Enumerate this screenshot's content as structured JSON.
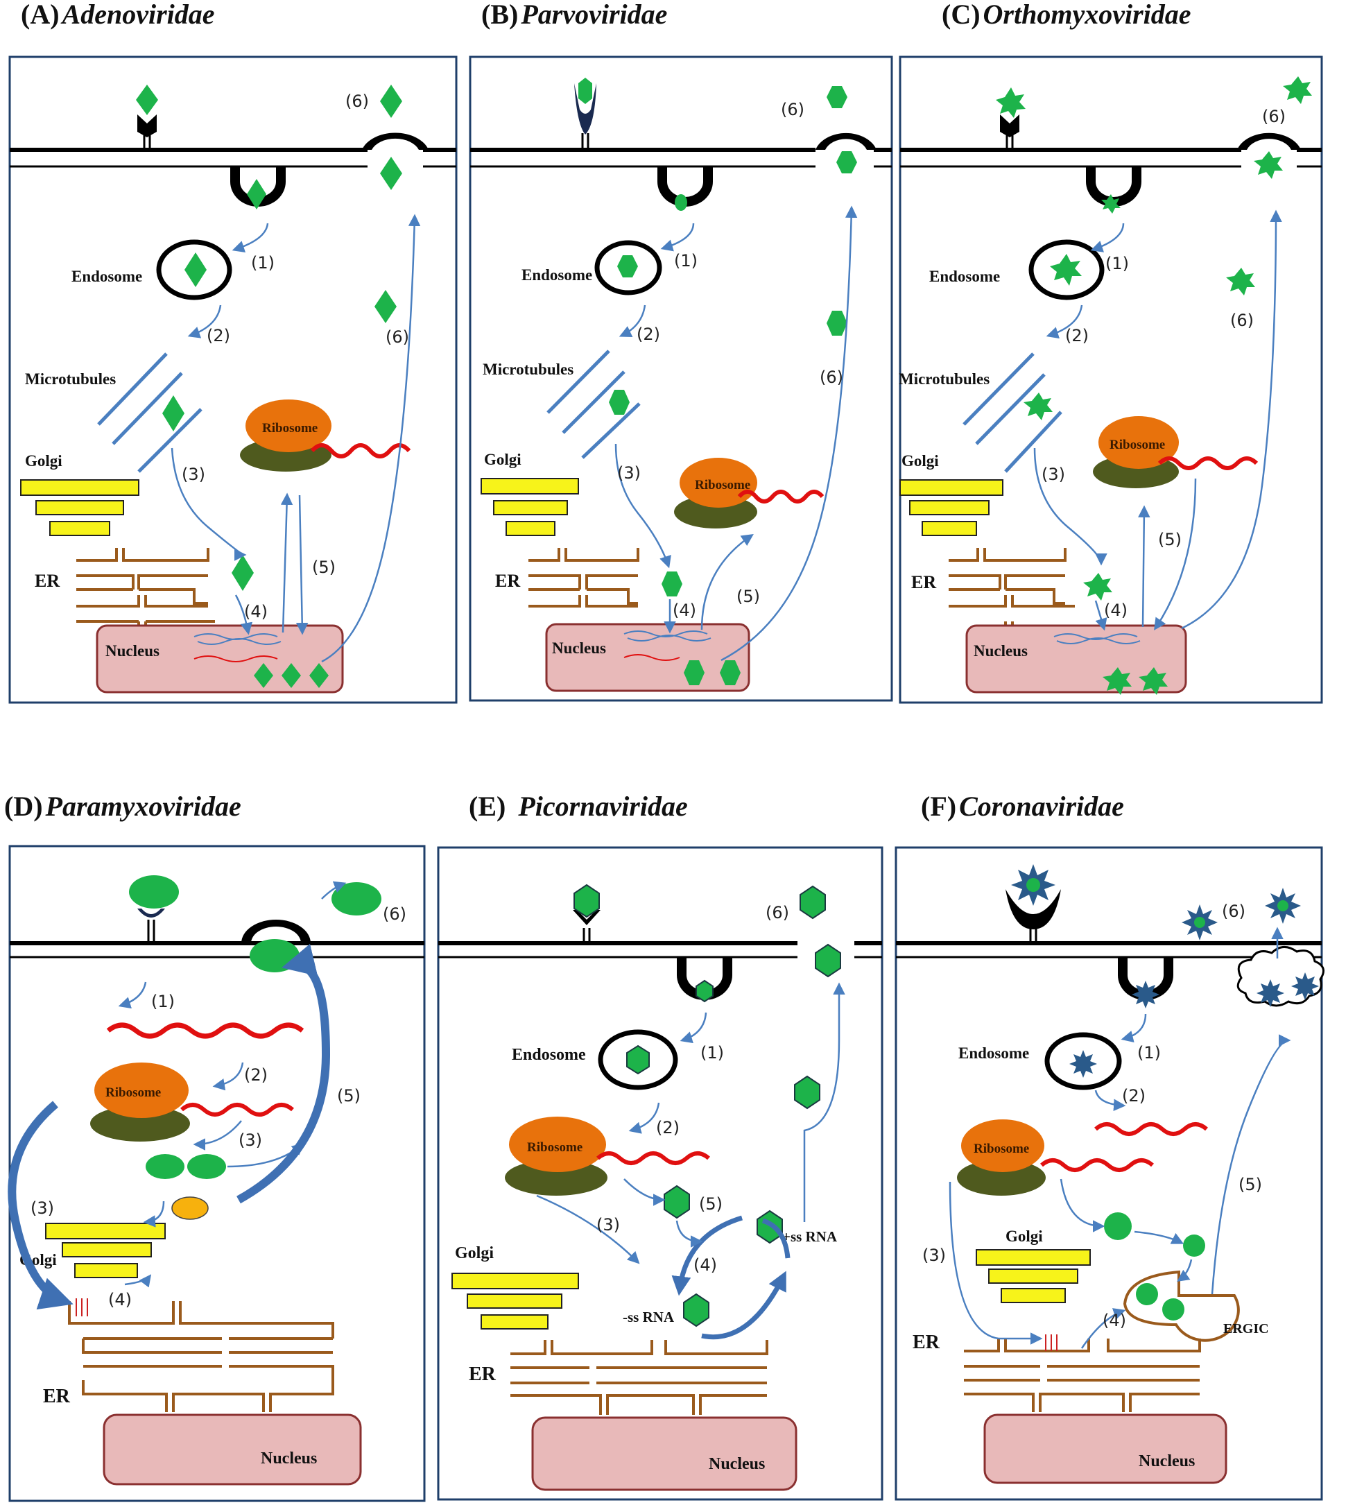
{
  "colors": {
    "virus": "#1db34a",
    "golgi": "#f7f31a",
    "er": "#9a5a1c",
    "nucleus": "#e8b9b9",
    "ribosome_top": "#e8720c",
    "ribosome_bottom": "#4f5a1e",
    "mrna": "#e01010",
    "arrow": "#4a7fc0",
    "microtubule": "#4a7fc0",
    "spike_virus": "#2a5a8a"
  },
  "panels": [
    {
      "letter": "(A)",
      "name": "Adenoviridae",
      "labels": {
        "endosome": "Endosome",
        "microtubules": "Microtubules",
        "golgi": "Golgi",
        "er": "ER",
        "nucleus": "Nucleus",
        "ribosome": "Ribosome"
      },
      "steps": [
        "(1)",
        "(2)",
        "(3)",
        "(4)",
        "(5)",
        "(6)",
        "(6)"
      ]
    },
    {
      "letter": "(B)",
      "name": "Parvoviridae",
      "labels": {
        "endosome": "Endosome",
        "microtubules": "Microtubules",
        "golgi": "Golgi",
        "er": "ER",
        "nucleus": "Nucleus",
        "ribosome": "Ribosome"
      },
      "steps": [
        "(1)",
        "(2)",
        "(3)",
        "(4)",
        "(5)",
        "(6)",
        "(6)"
      ]
    },
    {
      "letter": "(C)",
      "name": "Orthomyxoviridae",
      "labels": {
        "endosome": "Endosome",
        "microtubules": "Microtubules",
        "golgi": "Golgi",
        "er": "ER",
        "nucleus": "Nucleus",
        "ribosome": "Ribosome"
      },
      "steps": [
        "(1)",
        "(2)",
        "(3)",
        "(4)",
        "(5)",
        "(6)",
        "(6)"
      ]
    },
    {
      "letter": "(D)",
      "name": "Paramyxoviridae",
      "labels": {
        "ribosome": "Ribosome",
        "golgi": "Golgi",
        "er": "ER",
        "nucleus": "Nucleus"
      },
      "steps": [
        "(1)",
        "(2)",
        "(3)",
        "(3)",
        "(4)",
        "(5)",
        "(6)"
      ]
    },
    {
      "letter": "(E)",
      "name": "Picornaviridae",
      "labels": {
        "endosome": "Endosome",
        "ribosome": "Ribosome",
        "golgi": "Golgi",
        "er": "ER",
        "nucleus": "Nucleus",
        "pos_rna": "+ss RNA",
        "neg_rna": "-ss RNA"
      },
      "steps": [
        "(1)",
        "(2)",
        "(3)",
        "(4)",
        "(5)",
        "(6)"
      ]
    },
    {
      "letter": "(F)",
      "name": "Coronaviridae",
      "labels": {
        "endosome": "Endosome",
        "ribosome": "Ribosome",
        "golgi": "Golgi",
        "er": "ER",
        "nucleus": "Nucleus",
        "ergic": "ERGIC"
      },
      "steps": [
        "(1)",
        "(2)",
        "(3)",
        "(4)",
        "(5)",
        "(6)"
      ]
    }
  ]
}
